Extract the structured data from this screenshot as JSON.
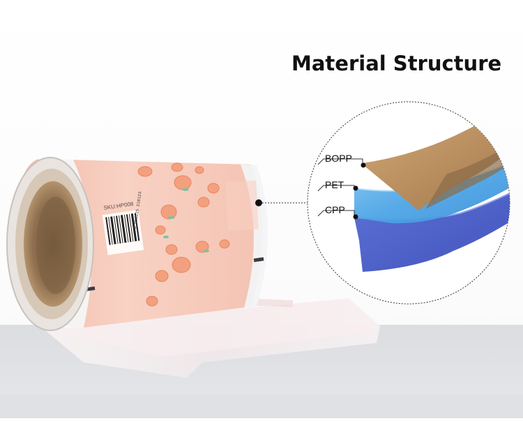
{
  "heading": "Material Structure",
  "layers": [
    {
      "label": "BOPP",
      "color": "#c89a6a"
    },
    {
      "label": "PET",
      "color": "#4aa3e6"
    },
    {
      "label": "CPP",
      "color": "#5a6fd0"
    }
  ],
  "product": {
    "sku": "SKU:HP008",
    "barcode_number": "6 953225 210123"
  },
  "colors": {
    "film_pink": "#f4c6b8",
    "core_brown": "#9a7a58",
    "floor": "#e3e4e6"
  }
}
